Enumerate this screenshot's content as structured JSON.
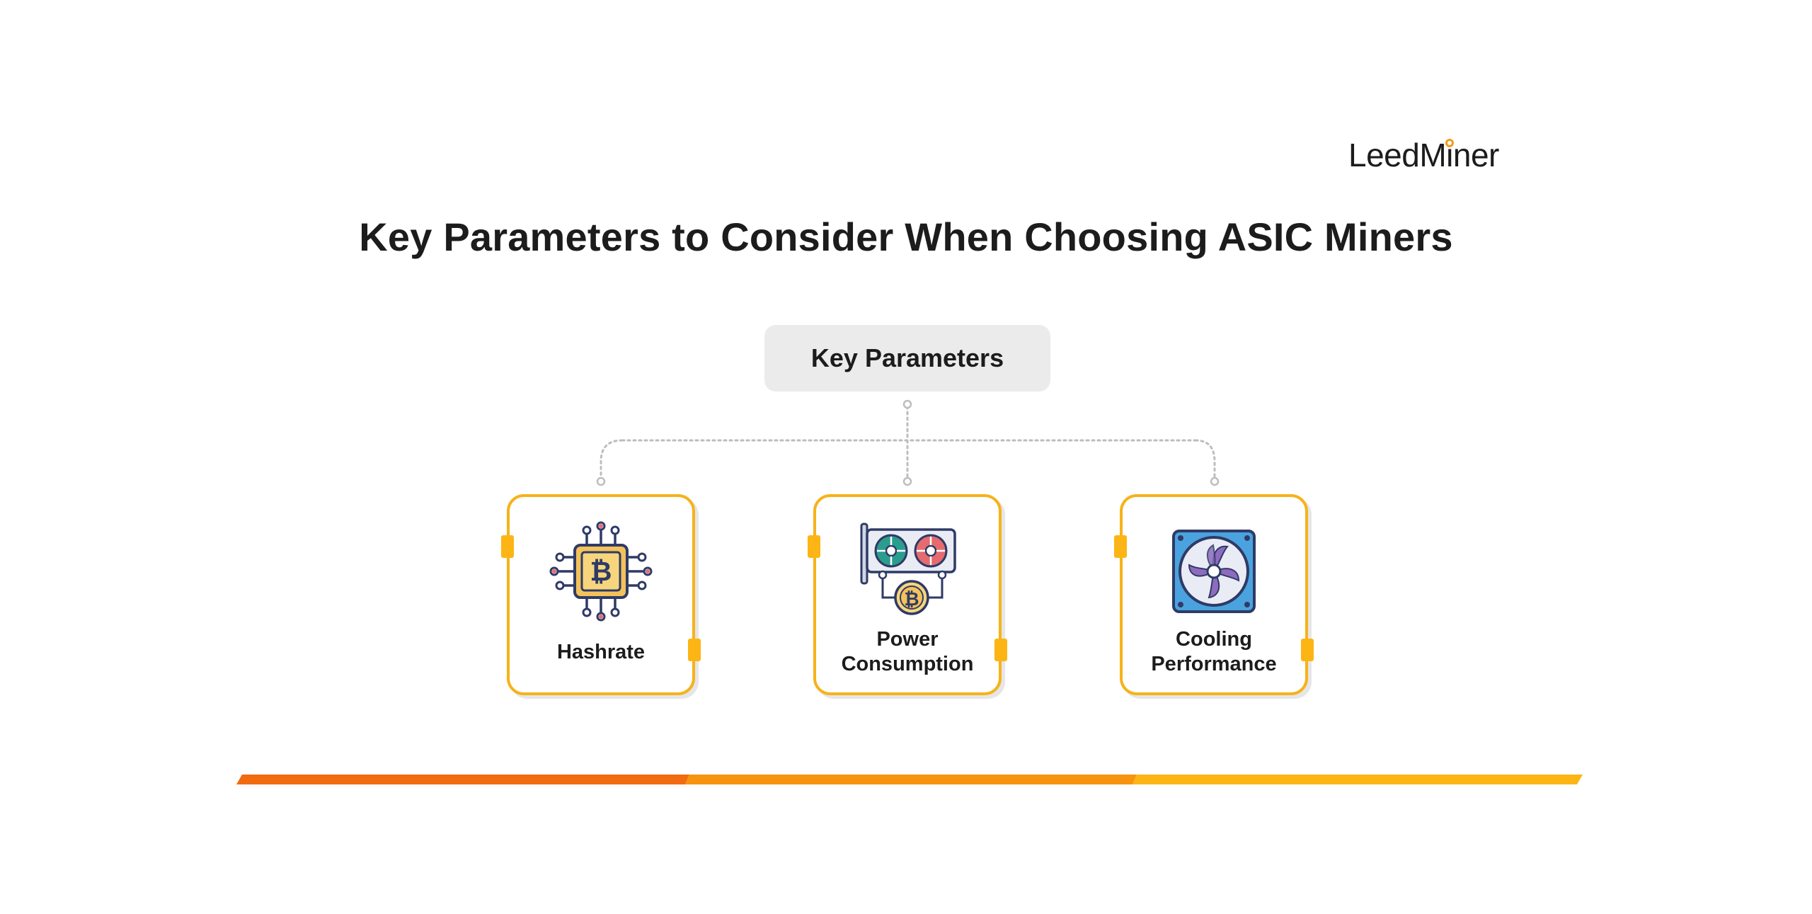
{
  "brand": {
    "name": "LeedMiner",
    "accent_color": "#f39a1b"
  },
  "title": "Key Parameters to Consider When Choosing ASIC Miners",
  "root": {
    "label": "Key Parameters",
    "background": "#ebebeb"
  },
  "parameters": [
    {
      "label": "Hashrate",
      "icon": "bitcoin-chip-icon"
    },
    {
      "label": "Power\nConsumption",
      "icon": "gpu-fans-bitcoin-icon"
    },
    {
      "label": "Cooling\nPerformance",
      "icon": "cooling-fan-icon"
    }
  ],
  "colors": {
    "card_border": "#f7b21a",
    "tab": "#fcb514",
    "bar_segments": [
      "#f26b0f",
      "#f7930f",
      "#fcb514"
    ],
    "connector": "#bdbdbd",
    "text": "#1c1c1c"
  }
}
